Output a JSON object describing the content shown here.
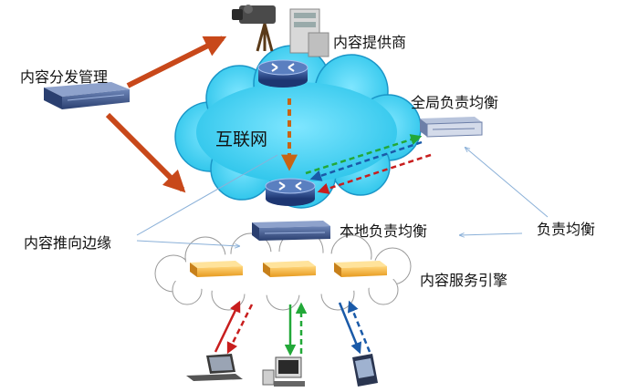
{
  "labels": {
    "content_delivery_mgmt": "内容分发管理",
    "content_provider": "内容提供商",
    "global_load_balance": "全局负责均衡",
    "internet": "互联网",
    "content_push_edge": "内容推向边缘",
    "local_load_balance": "本地负责均衡",
    "load_balance": "负责均衡",
    "content_service_engine": "内容服务引擎"
  },
  "icons": {
    "camera": "video-camera-icon",
    "server": "server-tower-icon",
    "router": "router-icon",
    "rack": "rack-server-icon",
    "engine": "cache-engine-icon",
    "laptop": "laptop-icon",
    "desktop": "desktop-computer-icon",
    "pda": "pda-icon"
  },
  "colors": {
    "cloud_fill": "#38d0f2",
    "cloud_edge": "#1a96c8",
    "small_cloud_fill": "#ffffff",
    "small_cloud_edge": "#9a9a9a",
    "orange_arrow": "#c8481a",
    "dashed_orange": "#c86414",
    "green": "#22a838",
    "blue": "#1a5aa8",
    "red": "#c81e1e",
    "thin_line": "#8ab0d8",
    "router_blue": "#2a4a8a",
    "engine_yellow": "#f2b93a"
  }
}
